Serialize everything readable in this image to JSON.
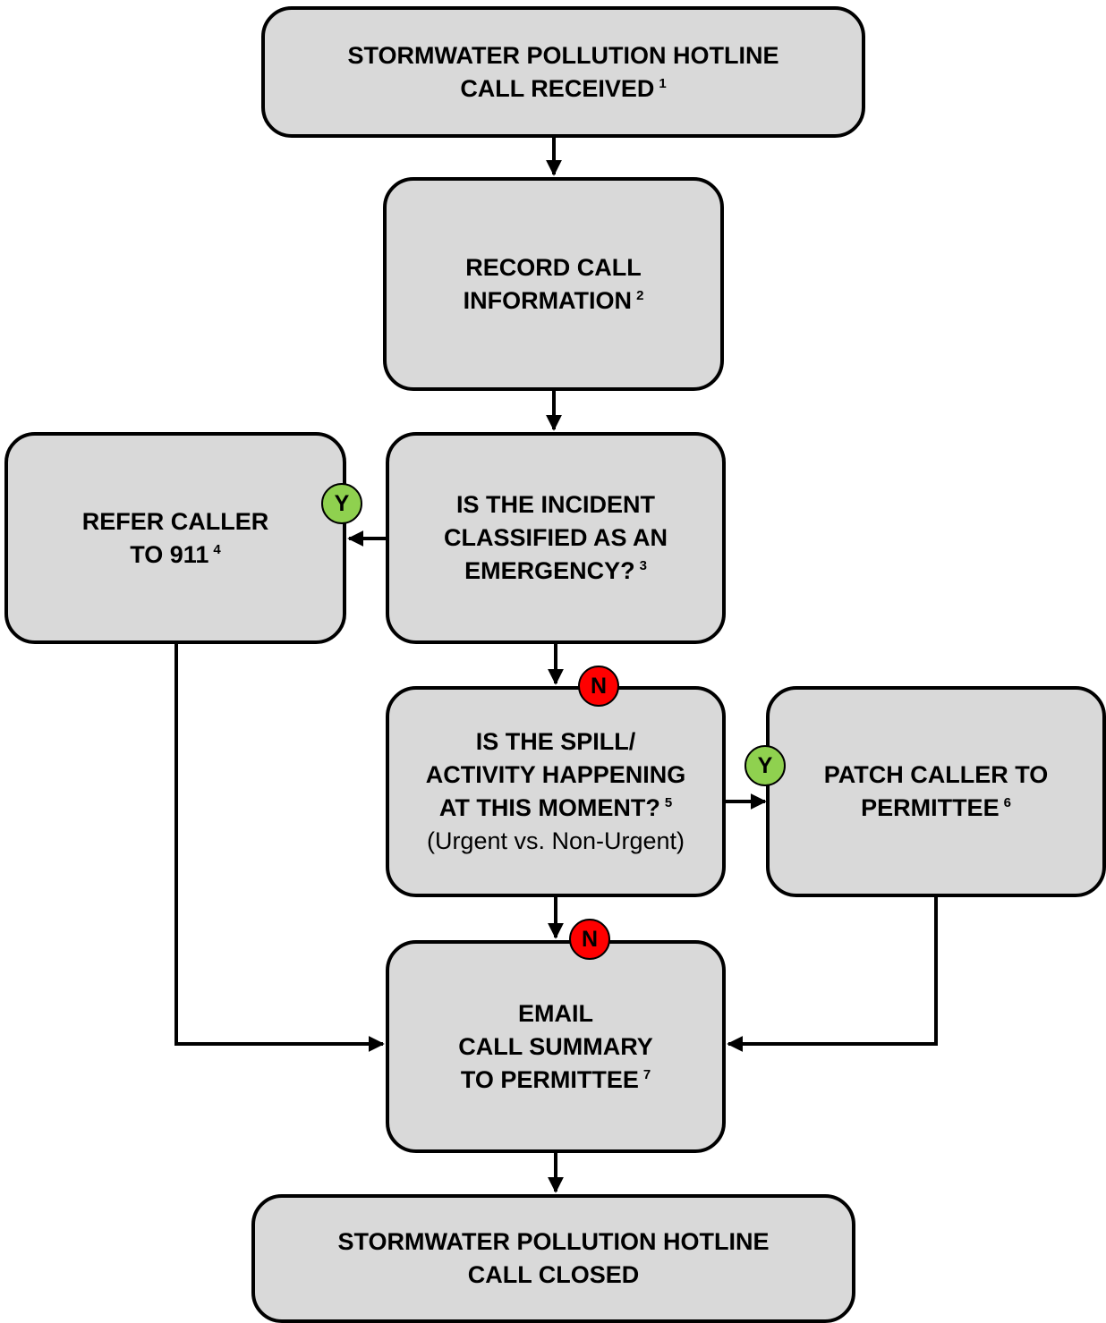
{
  "nodes": {
    "call_received": {
      "lines": [
        "STORMWATER POLLUTION HOTLINE",
        "CALL RECEIVED"
      ],
      "note": "1"
    },
    "record_info": {
      "lines": [
        "RECORD CALL",
        "INFORMATION"
      ],
      "note": "2"
    },
    "emergency_question": {
      "lines": [
        "IS THE INCIDENT",
        "CLASSIFIED AS AN",
        "EMERGENCY?"
      ],
      "note": "3"
    },
    "refer_911": {
      "lines": [
        "REFER CALLER",
        "TO 911"
      ],
      "note": "4"
    },
    "happening_question": {
      "lines": [
        "IS THE SPILL/",
        "ACTIVITY HAPPENING",
        "AT THIS MOMENT?"
      ],
      "note": "5",
      "subtext": "(Urgent vs. Non-Urgent)"
    },
    "patch_permittee": {
      "lines": [
        "PATCH CALLER TO",
        "PERMITTEE"
      ],
      "note": "6"
    },
    "email_summary": {
      "lines": [
        "EMAIL",
        "CALL SUMMARY",
        "TO PERMITTEE"
      ],
      "note": "7"
    },
    "call_closed": {
      "lines": [
        "STORMWATER POLLUTION HOTLINE",
        "CALL CLOSED"
      ],
      "note": ""
    }
  },
  "badges": {
    "emergency_yes": "Y",
    "emergency_no": "N",
    "happening_yes": "Y",
    "happening_no": "N"
  },
  "colors": {
    "box_fill": "#d9d9d9",
    "border": "#000000",
    "yes_badge": "#8fd14f",
    "no_badge": "#ff0000"
  }
}
